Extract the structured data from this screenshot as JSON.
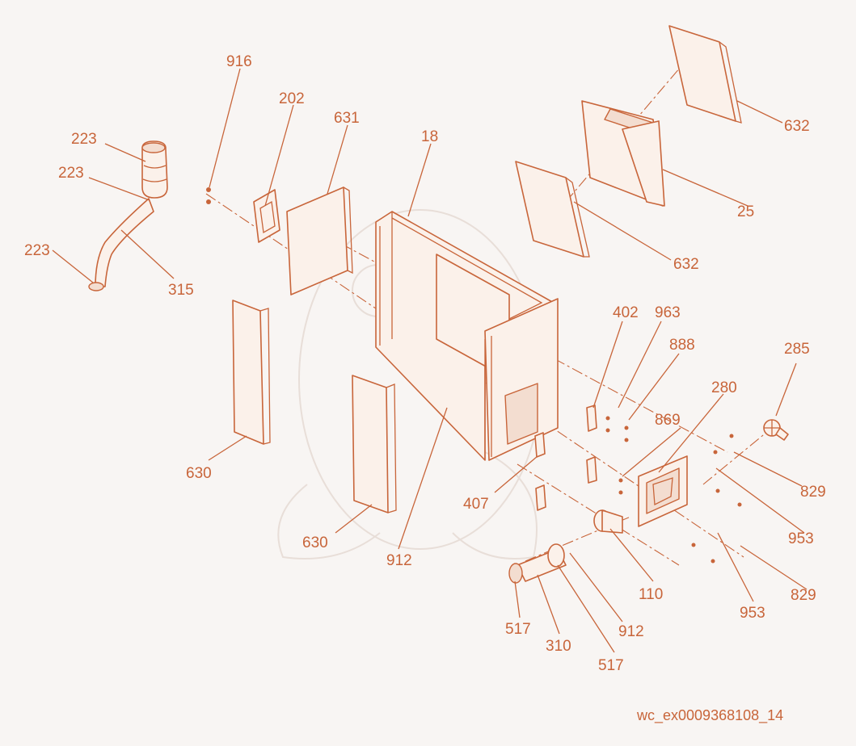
{
  "diagram": {
    "labels": [
      {
        "id": "916",
        "text": "916"
      },
      {
        "id": "202",
        "text": "202"
      },
      {
        "id": "631",
        "text": "631"
      },
      {
        "id": "223a",
        "text": "223"
      },
      {
        "id": "223b",
        "text": "223"
      },
      {
        "id": "223c",
        "text": "223"
      },
      {
        "id": "315",
        "text": "315"
      },
      {
        "id": "18",
        "text": "18"
      },
      {
        "id": "632a",
        "text": "632"
      },
      {
        "id": "25",
        "text": "25"
      },
      {
        "id": "632b",
        "text": "632"
      },
      {
        "id": "630a",
        "text": "630"
      },
      {
        "id": "630b",
        "text": "630"
      },
      {
        "id": "912a",
        "text": "912"
      },
      {
        "id": "402",
        "text": "402"
      },
      {
        "id": "963",
        "text": "963"
      },
      {
        "id": "888",
        "text": "888"
      },
      {
        "id": "285",
        "text": "285"
      },
      {
        "id": "280",
        "text": "280"
      },
      {
        "id": "869",
        "text": "869"
      },
      {
        "id": "407",
        "text": "407"
      },
      {
        "id": "829a",
        "text": "829"
      },
      {
        "id": "953a",
        "text": "953"
      },
      {
        "id": "110",
        "text": "110"
      },
      {
        "id": "829b",
        "text": "829"
      },
      {
        "id": "953b",
        "text": "953"
      },
      {
        "id": "517a",
        "text": "517"
      },
      {
        "id": "310",
        "text": "310"
      },
      {
        "id": "912b",
        "text": "912"
      },
      {
        "id": "517b",
        "text": "517"
      }
    ],
    "caption": "wc_ex0009368108_14",
    "colors": {
      "line": "#c8653a",
      "background": "#f8f5f3",
      "fill": "#fbf1ea"
    }
  }
}
